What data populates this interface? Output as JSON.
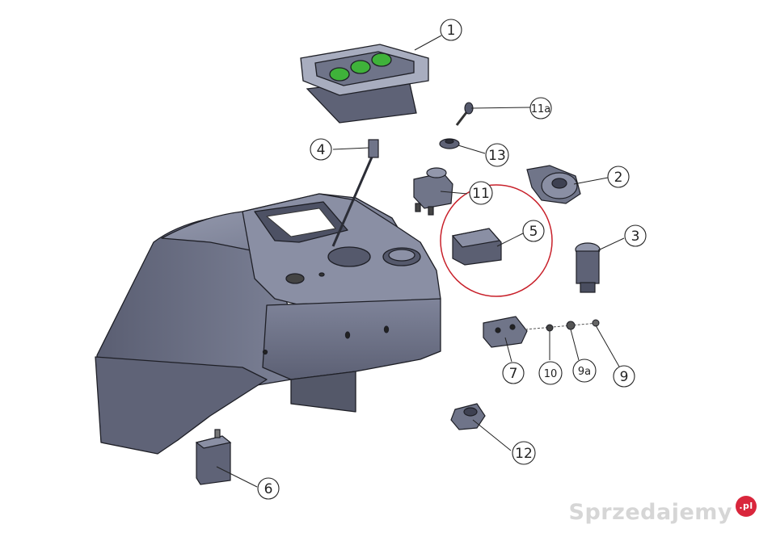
{
  "callouts": [
    {
      "id": "c1",
      "label": "1"
    },
    {
      "id": "c2",
      "label": "2"
    },
    {
      "id": "c3",
      "label": "3"
    },
    {
      "id": "c4",
      "label": "4"
    },
    {
      "id": "c5",
      "label": "5"
    },
    {
      "id": "c6",
      "label": "6"
    },
    {
      "id": "c7",
      "label": "7"
    },
    {
      "id": "c9",
      "label": "9"
    },
    {
      "id": "c9a",
      "label": "9a"
    },
    {
      "id": "c10",
      "label": "10"
    },
    {
      "id": "c11",
      "label": "11"
    },
    {
      "id": "c11a",
      "label": "11a"
    },
    {
      "id": "c12",
      "label": "12"
    },
    {
      "id": "c13",
      "label": "13"
    }
  ],
  "highlight": {
    "target": "5",
    "color": "#c8202a"
  },
  "colors": {
    "body": "#6e7388",
    "body_light": "#8c91a6",
    "body_dark": "#4f5366",
    "outline": "#1e1f26",
    "switch_green": "#3fb23a"
  },
  "watermark": {
    "text": "Sprzedajemy",
    "badge": ".pl"
  }
}
